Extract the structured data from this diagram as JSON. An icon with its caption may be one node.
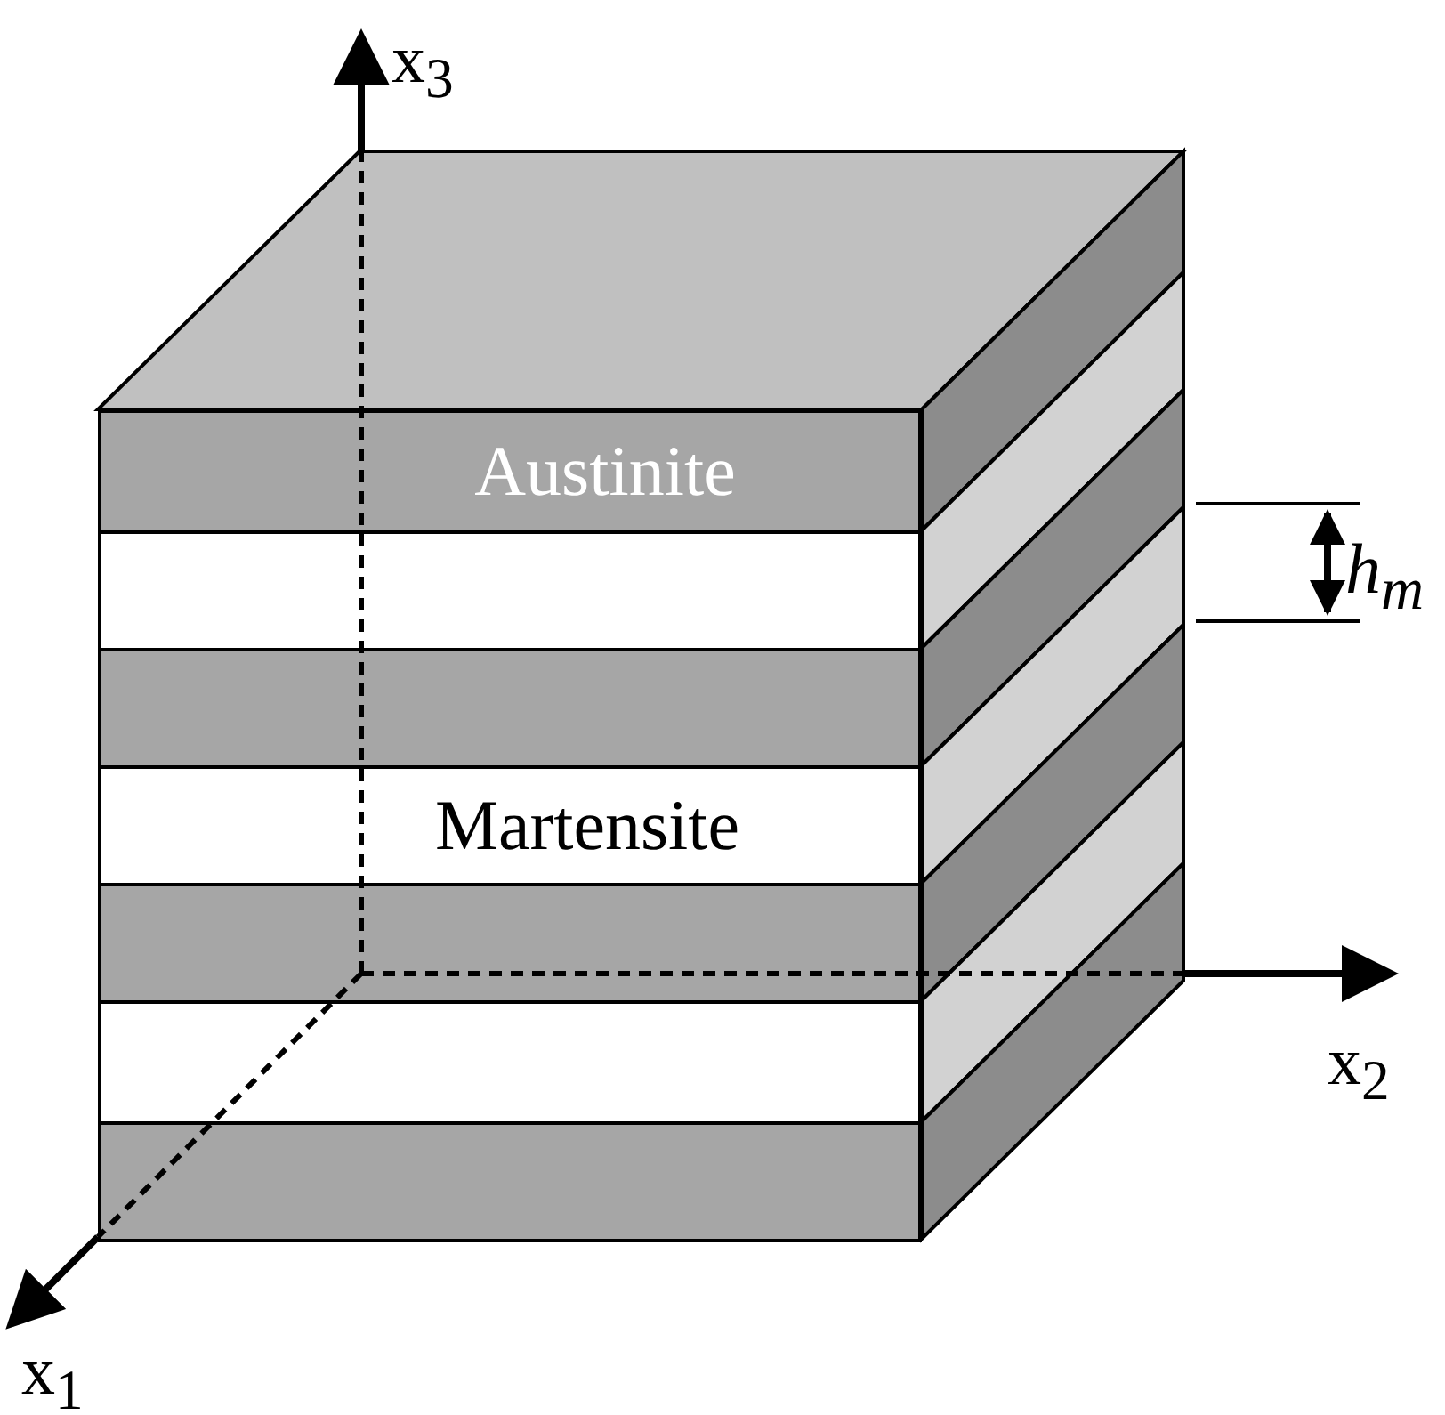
{
  "diagram": {
    "nodes": [
      {
        "text": [
          "Austinite"
        ]
      },
      {
        "text": [],
        "shape": "box"
      },
      {
        "text": [],
        "shape": "box"
      },
      {
        "text": [
          "Martensite"
        ]
      },
      {
        "text": [],
        "shape": "box"
      },
      {
        "text": [],
        "shape": "box"
      },
      {
        "text": [],
        "shape": "box"
      }
    ],
    "edges": [],
    "labels": [
      "x$_{3}$",
      "h$_{m}$",
      "x$_{2}$",
      "x$_{1}$"
    ]
  }
}
